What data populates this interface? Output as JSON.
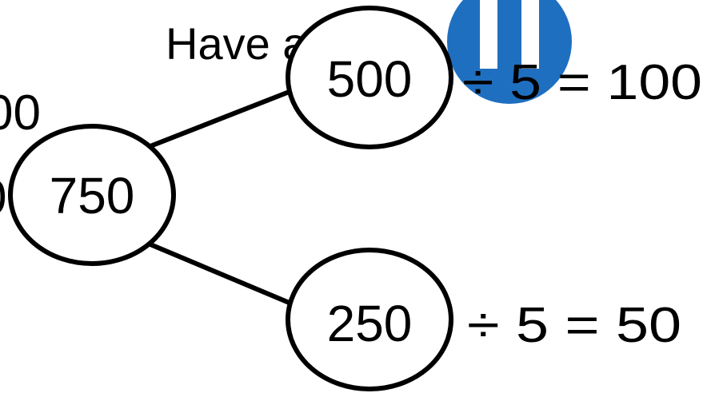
{
  "texts": {
    "header_fragment": "Have a",
    "left_fragment_top": "00",
    "left_fragment_mid": "0"
  },
  "nodes": {
    "root": "750",
    "upper": "500",
    "lower": "250"
  },
  "equations": {
    "upper": "÷ 5 = 100",
    "lower": "÷ 5 = 50"
  },
  "colors": {
    "badge": "#1f6fc0",
    "badge_stripe": "#ffffff",
    "ink": "#000000"
  },
  "icons": {
    "badge": "partial-blue-badge-icon"
  }
}
